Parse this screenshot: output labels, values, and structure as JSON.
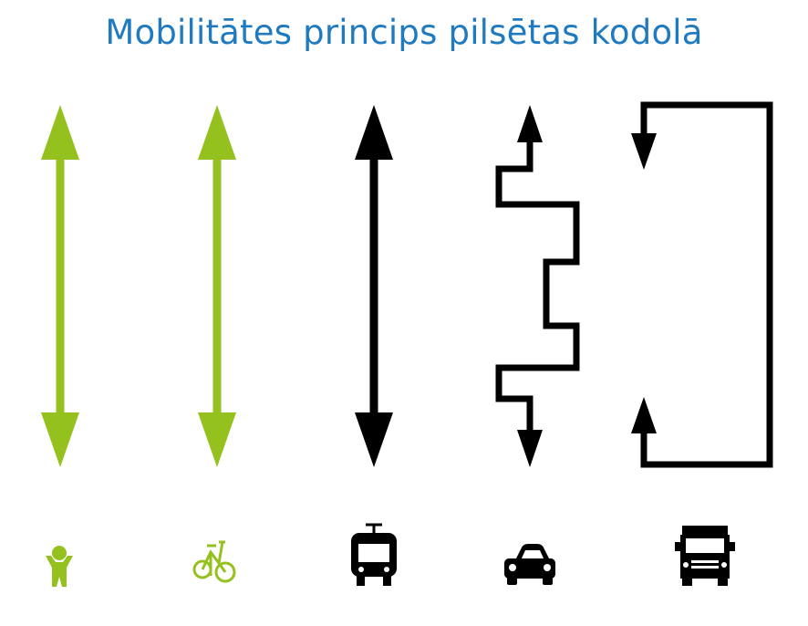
{
  "title": "Mobilitātes princips pilsētas kodolā",
  "colors": {
    "title": "#1f7ac0",
    "green": "#95c11f",
    "black": "#000000"
  },
  "modes": [
    {
      "icon": "pedestrian-icon",
      "path": "straight-two-way",
      "color": "green"
    },
    {
      "icon": "bicycle-icon",
      "path": "straight-two-way",
      "color": "green"
    },
    {
      "icon": "tram-icon",
      "path": "straight-two-way",
      "color": "black"
    },
    {
      "icon": "car-icon",
      "path": "zigzag-two-way",
      "color": "black"
    },
    {
      "icon": "truck-icon",
      "path": "loop-back",
      "color": "black"
    }
  ]
}
